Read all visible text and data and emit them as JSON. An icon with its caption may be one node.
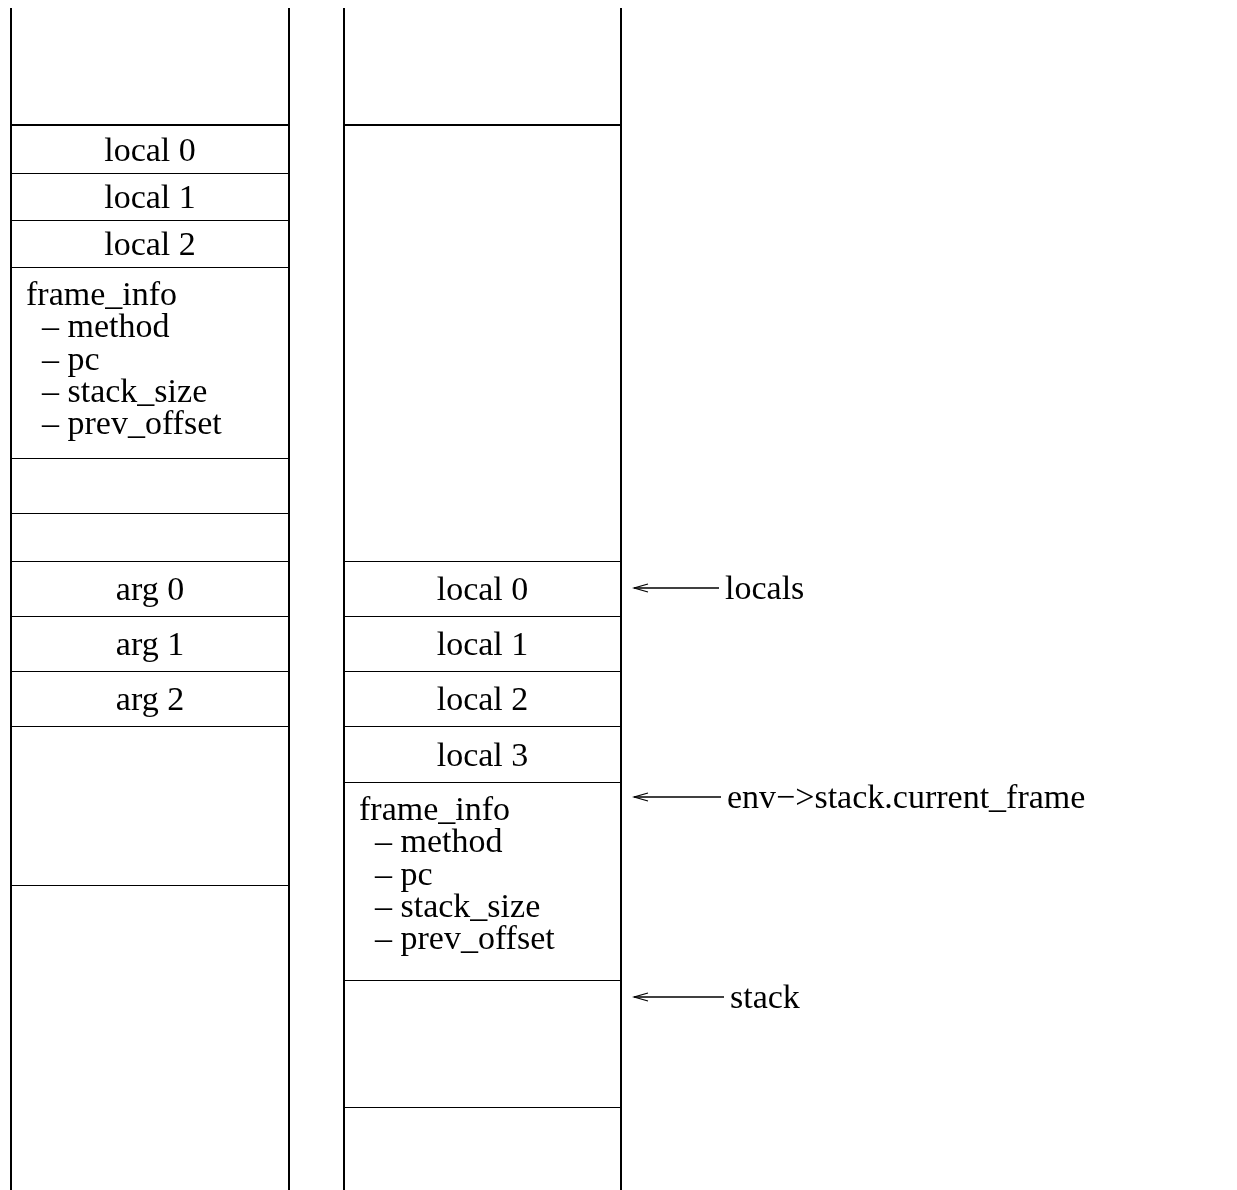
{
  "diagram": {
    "nodes": [
      {
        "text": [],
        "shape": "box"
      },
      {
        "text": [],
        "shape": "box",
        "in": 0
      },
      {
        "text": [
          "local 0"
        ],
        "in": 0
      },
      {
        "text": [
          "local 1"
        ],
        "in": 0
      },
      {
        "text": [
          "local 2"
        ],
        "in": 0
      },
      {
        "text": [
          "frame_info",
          "– method",
          "– pc",
          "– stack_size",
          "– prev_offset"
        ],
        "in": 0
      },
      {
        "text": [],
        "shape": "box",
        "in": 0
      },
      {
        "text": [],
        "shape": "box",
        "in": 0
      },
      {
        "text": [
          "arg 0"
        ],
        "in": 0
      },
      {
        "text": [
          "arg 1"
        ],
        "in": 0
      },
      {
        "text": [
          "arg 2"
        ],
        "in": 0
      },
      {
        "text": [],
        "shape": "box",
        "in": 0
      },
      {
        "text": [],
        "shape": "box",
        "in": 0
      },
      {
        "text": [],
        "shape": "box"
      },
      {
        "text": [],
        "shape": "box",
        "in": 13
      },
      {
        "text": [],
        "shape": "box",
        "in": 13
      },
      {
        "text": [
          "local 0"
        ],
        "in": 13
      },
      {
        "text": [
          "local 1"
        ],
        "in": 13
      },
      {
        "text": [
          "local 2"
        ],
        "in": 13
      },
      {
        "text": [
          "local 3"
        ],
        "in": 13
      },
      {
        "text": [
          "frame_info",
          "– method",
          "– pc",
          "– stack_size",
          "– prev_offset"
        ],
        "in": 13
      },
      {
        "text": [],
        "shape": "box",
        "in": 13
      },
      {
        "text": [],
        "shape": "box",
        "in": 13
      },
      {
        "text": [
          "locals"
        ]
      },
      {
        "text": [
          "env−>stack.current_frame"
        ]
      },
      {
        "text": [
          "stack"
        ]
      }
    ],
    "edges": [
      {
        "from": 23,
        "to": 16,
        "arrow": "to"
      },
      {
        "from": 24,
        "to": 20,
        "arrow": "to"
      },
      {
        "from": 25,
        "to": 21,
        "arrow": "to"
      }
    ]
  }
}
